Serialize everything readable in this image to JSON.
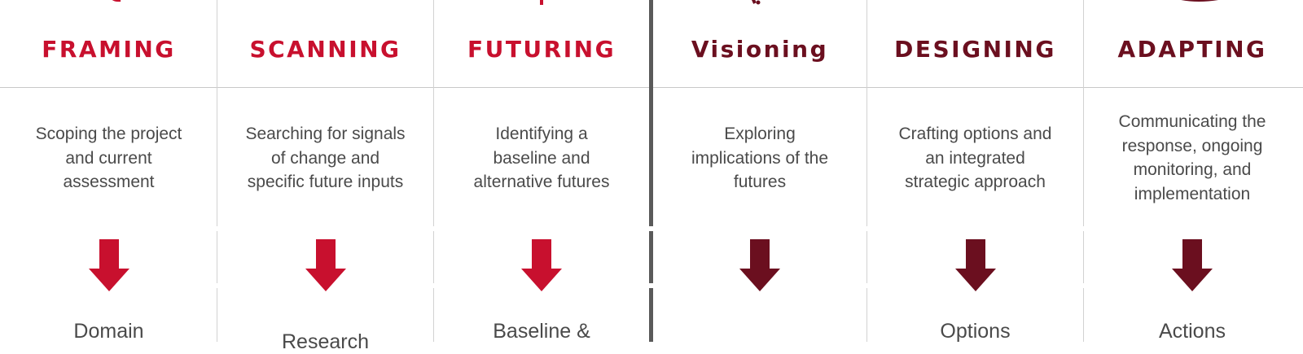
{
  "colors": {
    "red": "#c8102e",
    "maroon": "#6b0f1f",
    "text": "#4a4a4a"
  },
  "stages": [
    {
      "title": "FRAMING",
      "desc": [
        "Scoping the project",
        "and current",
        "assessment"
      ],
      "output": "Domain",
      "color": "red",
      "icon": "arrow-down-icon"
    },
    {
      "title": "SCANNING",
      "desc": [
        "Searching for signals",
        "of change and",
        "specific future inputs"
      ],
      "output": "Research",
      "color": "red",
      "icon": "arrow-down-icon"
    },
    {
      "title": "FUTURING",
      "desc": [
        "Identifying a",
        "baseline and",
        "alternative futures"
      ],
      "output": "Baseline &",
      "color": "red",
      "icon": "arrow-down-icon"
    },
    {
      "title": "Visioning",
      "desc": [
        "Exploring",
        "implications of the",
        "futures"
      ],
      "output": "",
      "color": "maroon",
      "icon": "arrow-down-icon"
    },
    {
      "title": "DESIGNING",
      "desc": [
        "Crafting options and",
        "an integrated",
        "strategic approach"
      ],
      "output": "Options",
      "color": "maroon",
      "icon": "arrow-down-icon"
    },
    {
      "title": "ADAPTING",
      "desc": [
        "Communicating the",
        "response, ongoing",
        "monitoring,  and",
        "implementation"
      ],
      "output": "Actions",
      "color": "maroon",
      "icon": "arrow-down-icon"
    }
  ]
}
